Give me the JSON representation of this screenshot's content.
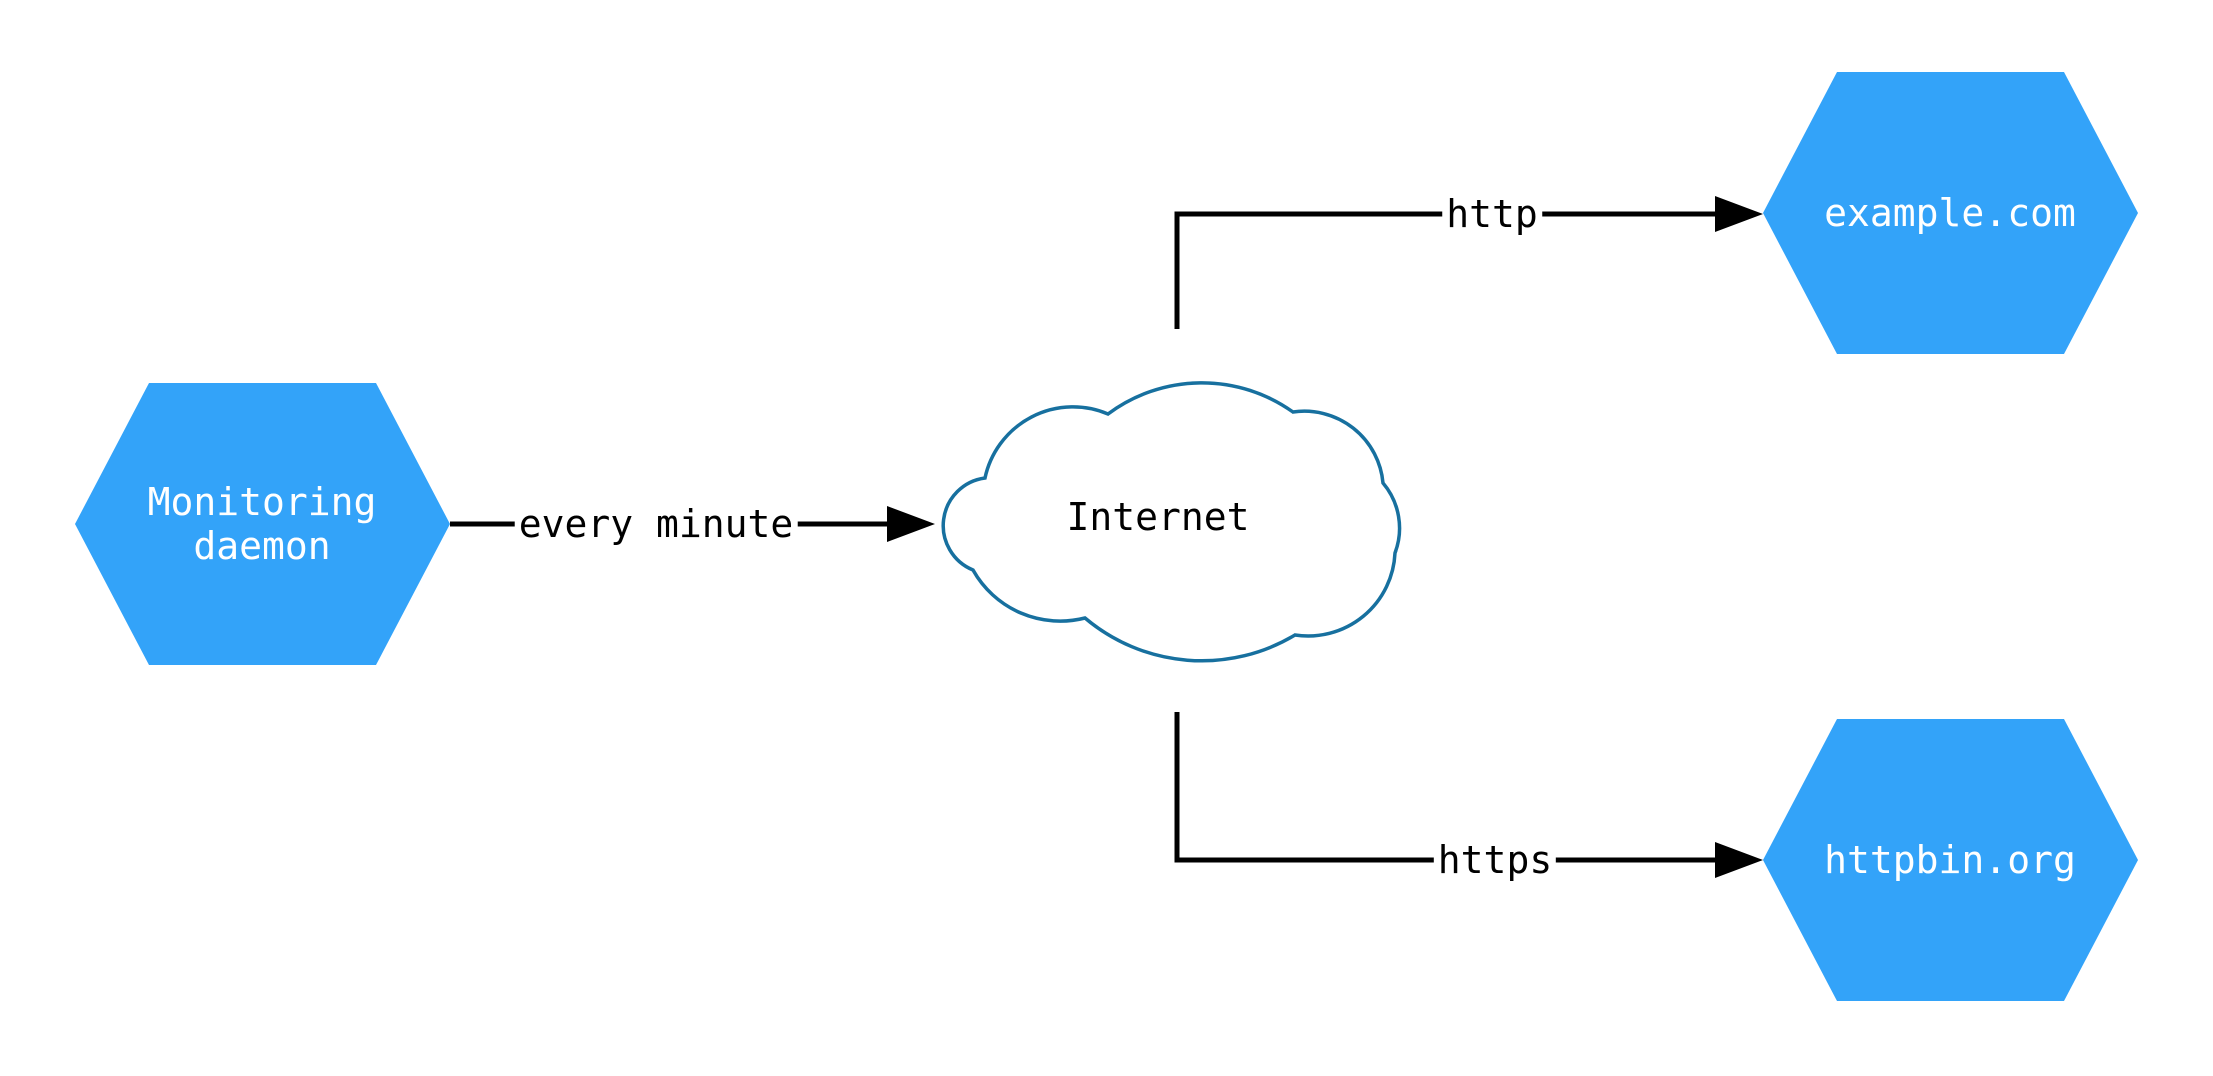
{
  "diagram": {
    "type": "network-monitoring-diagram",
    "nodes": {
      "monitoring_daemon": {
        "label": "Monitoring daemon",
        "shape": "hexagon"
      },
      "internet": {
        "label": "Internet",
        "shape": "cloud"
      },
      "example_com": {
        "label": "example.com",
        "shape": "hexagon"
      },
      "httpbin_org": {
        "label": "httpbin.org",
        "shape": "hexagon"
      }
    },
    "edges": {
      "every_minute": {
        "label": "every minute",
        "from": "monitoring_daemon",
        "to": "internet"
      },
      "http": {
        "label": "http",
        "from": "internet",
        "to": "example_com"
      },
      "https": {
        "label": "https",
        "from": "internet",
        "to": "httpbin_org"
      }
    },
    "colors": {
      "node_fill": "#33a3f9",
      "node_text": "#ffffff",
      "cloud_stroke": "#17709f",
      "cloud_fill": "#ffffff",
      "edge_color": "#000000",
      "background": "#ffffff"
    }
  }
}
